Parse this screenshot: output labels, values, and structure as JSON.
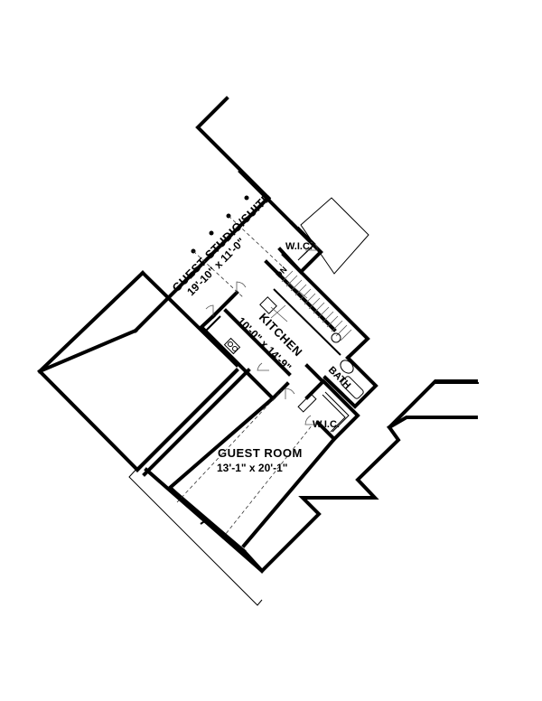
{
  "plan": {
    "type": "floor-plan",
    "rooms": [
      {
        "id": "guest-studio",
        "name": "GUEST STUDIO/SUITE",
        "dimensions": "19'-10\" x 11'-0\""
      },
      {
        "id": "kitchen",
        "name": "KITCHEN",
        "dimensions": "10'-0\" x 14'-9\""
      },
      {
        "id": "guest-room",
        "name": "GUEST ROOM",
        "dimensions": "13'-1\" x 20'-1\""
      },
      {
        "id": "bath",
        "name": "BATH"
      },
      {
        "id": "wic-upper",
        "name": "W.I.C."
      },
      {
        "id": "wic-lower",
        "name": "W.I.C."
      }
    ],
    "stair_label": "DN",
    "colors": {
      "lines": "#000000",
      "background": "#ffffff"
    }
  }
}
